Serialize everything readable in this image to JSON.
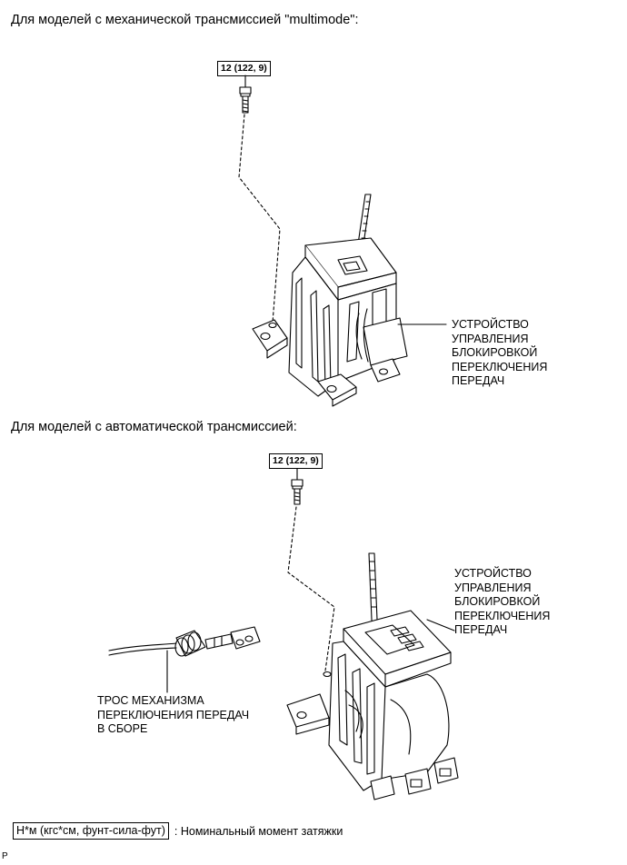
{
  "section1": {
    "heading": "Для моделей с механической трансмиссией \"multimode\":",
    "torque": "12 (122, 9)",
    "part_label": [
      "УСТРОЙСТВО",
      "УПРАВЛЕНИЯ",
      "БЛОКИРОВКОЙ",
      "ПЕРЕКЛЮЧЕНИЯ",
      "ПЕРЕДАЧ"
    ]
  },
  "section2": {
    "heading": "Для моделей с автоматической трансмиссией:",
    "torque": "12 (122, 9)",
    "part_label": [
      "УСТРОЙСТВО",
      "УПРАВЛЕНИЯ",
      "БЛОКИРОВКОЙ",
      "ПЕРЕКЛЮЧЕНИЯ",
      "ПЕРЕДАЧ"
    ],
    "cable_label": [
      "ТРОС МЕХАНИЗМА",
      "ПЕРЕКЛЮЧЕНИЯ ПЕРЕДАЧ",
      "В СБОРЕ"
    ]
  },
  "legend": {
    "box": "Н*м (кгс*см, фунт-сила-фут)",
    "text": ": Номинальный момент затяжки"
  },
  "page_mark": "P"
}
